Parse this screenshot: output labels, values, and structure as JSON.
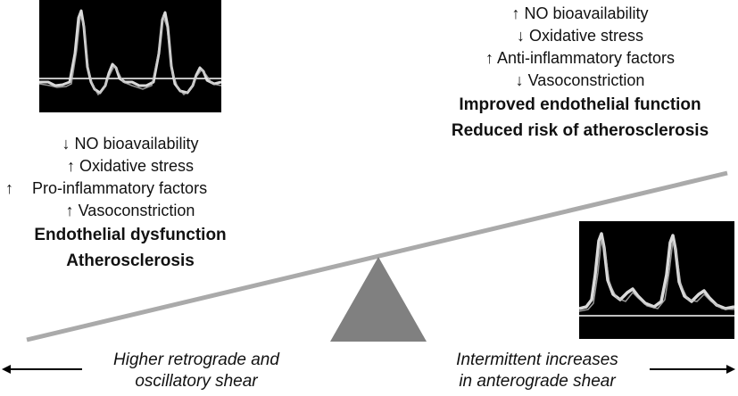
{
  "colors": {
    "beam": "#aaaaaa",
    "fulcrum": "#808080",
    "panel_bg": "#000000",
    "waveform": "#e6e6e6"
  },
  "left": {
    "lines": [
      {
        "arrow": "↓",
        "text": "NO bioavailability"
      },
      {
        "arrow": "↑",
        "text": "Oxidative stress"
      },
      {
        "arrow": "↑",
        "text": "Pro-inflammatory factors"
      },
      {
        "arrow": "↑",
        "text": "Vasoconstriction"
      }
    ],
    "outcome_1": "Endothelial dysfunction",
    "outcome_2": "Atherosclerosis",
    "caption_1": "Higher retrograde and",
    "caption_2": "oscillatory shear"
  },
  "right": {
    "lines": [
      {
        "arrow": "↑",
        "text": "NO bioavailability"
      },
      {
        "arrow": "↓",
        "text": "Oxidative stress"
      },
      {
        "arrow": "↑",
        "text": "Anti-inflammatory factors"
      },
      {
        "arrow": "↓",
        "text": "Vasoconstriction"
      }
    ],
    "outcome_1": "Improved endothelial function",
    "outcome_2": "Reduced risk of atherosclerosis",
    "caption_1": "Intermittent increases",
    "caption_2": "in anterograde shear"
  }
}
